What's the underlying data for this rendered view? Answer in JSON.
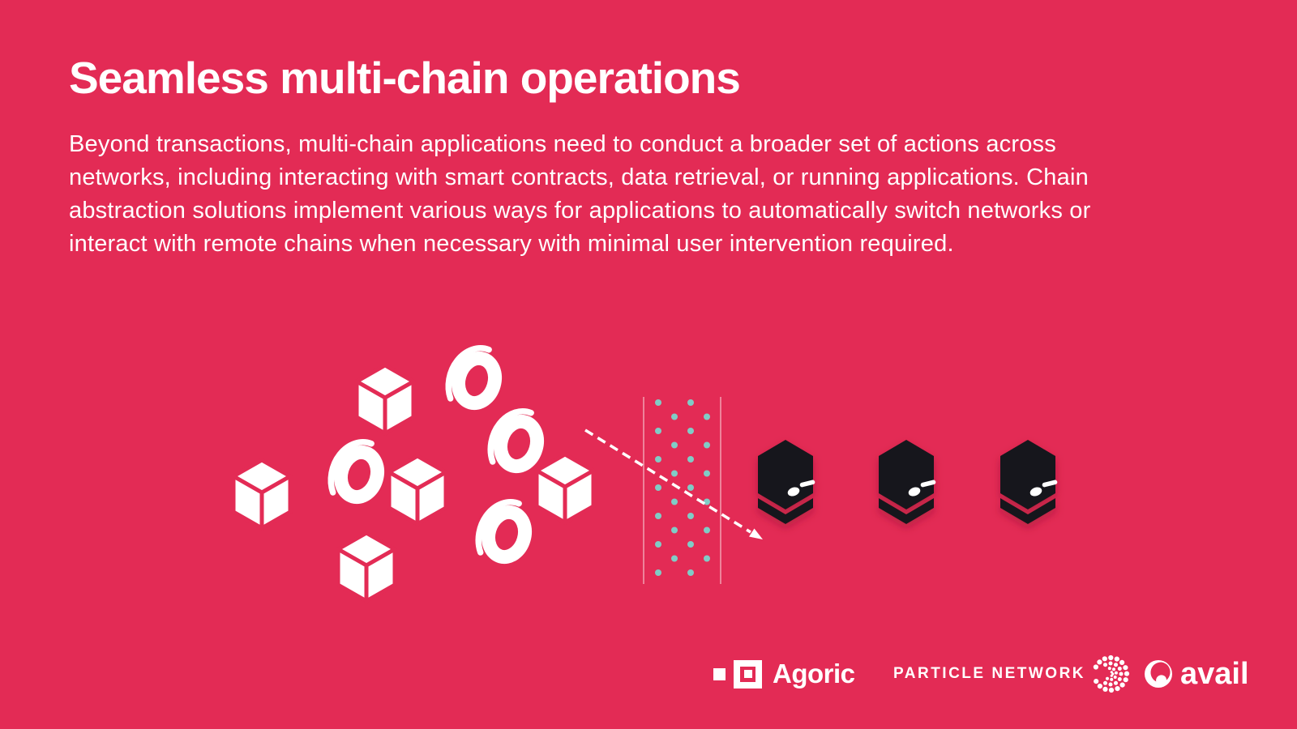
{
  "slide": {
    "title": "Seamless multi-chain operations",
    "body": "Beyond transactions, multi-chain applications need to conduct a broader set of actions across networks, including interacting with smart contracts, data retrieval, or running applications. Chain abstraction solutions implement various ways for applications to automatically switch networks or interact with remote chains when necessary with minimal user intervention required."
  },
  "footer": {
    "agoric_label": "Agoric",
    "particle_label": "PARTICLE NETWORK",
    "avail_label": "avail"
  },
  "colors": {
    "background": "#E32B55",
    "text": "#FFFFFF",
    "dot_field": "#80CCC6",
    "node_black": "#17171A",
    "boundary_line": "rgba(255,255,255,0.55)"
  }
}
